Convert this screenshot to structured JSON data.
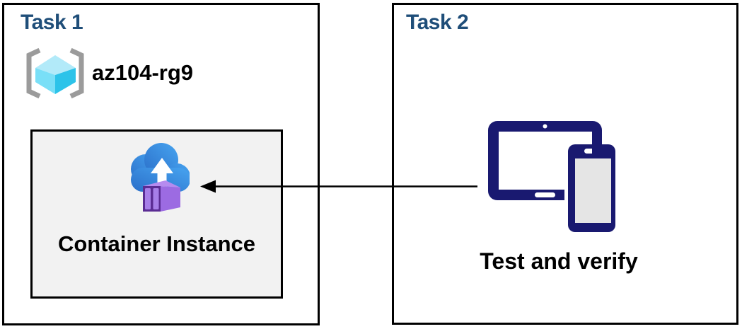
{
  "diagram": {
    "task1": {
      "title": "Task 1",
      "resource_group": {
        "name": "az104-rg9",
        "icon": "resource-group-icon"
      },
      "container_instance": {
        "label": "Container Instance",
        "icon": "container-instances-icon"
      }
    },
    "task2": {
      "title": "Task 2",
      "devices": {
        "label": "Test and verify",
        "icon": "tablet-and-phone-icon"
      }
    },
    "arrow": {
      "from": "task2-devices",
      "to": "task1-container-instance",
      "direction": "left"
    }
  },
  "colors": {
    "title_blue": "#1F4E79",
    "device_navy": "#191970",
    "box_border": "#000000",
    "container_box_bg": "#F2F2F2",
    "cloud_blue_dark": "#2B6FC9",
    "cloud_blue_light": "#47A4F0",
    "container_purple_front": "#5B2D94",
    "container_purple_slats": "#A77FE8",
    "container_purple_top": "#B68BEF",
    "container_purple_side": "#9C6BE2",
    "cube_top": "#B2EAF9",
    "cube_left": "#79DFF7",
    "cube_right": "#2CC3E9",
    "bracket_gray": "#9B9B9B",
    "phone_screen_gray": "#E5E5E5"
  }
}
